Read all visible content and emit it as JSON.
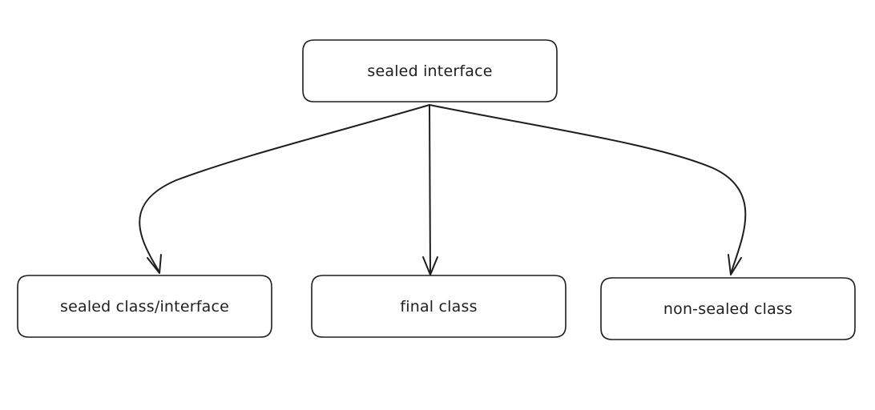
{
  "diagram": {
    "root": {
      "label": "sealed interface"
    },
    "children": [
      {
        "label": "sealed class/interface"
      },
      {
        "label": "final class"
      },
      {
        "label": "non-sealed class"
      }
    ],
    "colors": {
      "stroke": "#1e1e1e",
      "text": "#1e1e1e",
      "fill": "#ffffff",
      "background": "#ffffff"
    }
  }
}
